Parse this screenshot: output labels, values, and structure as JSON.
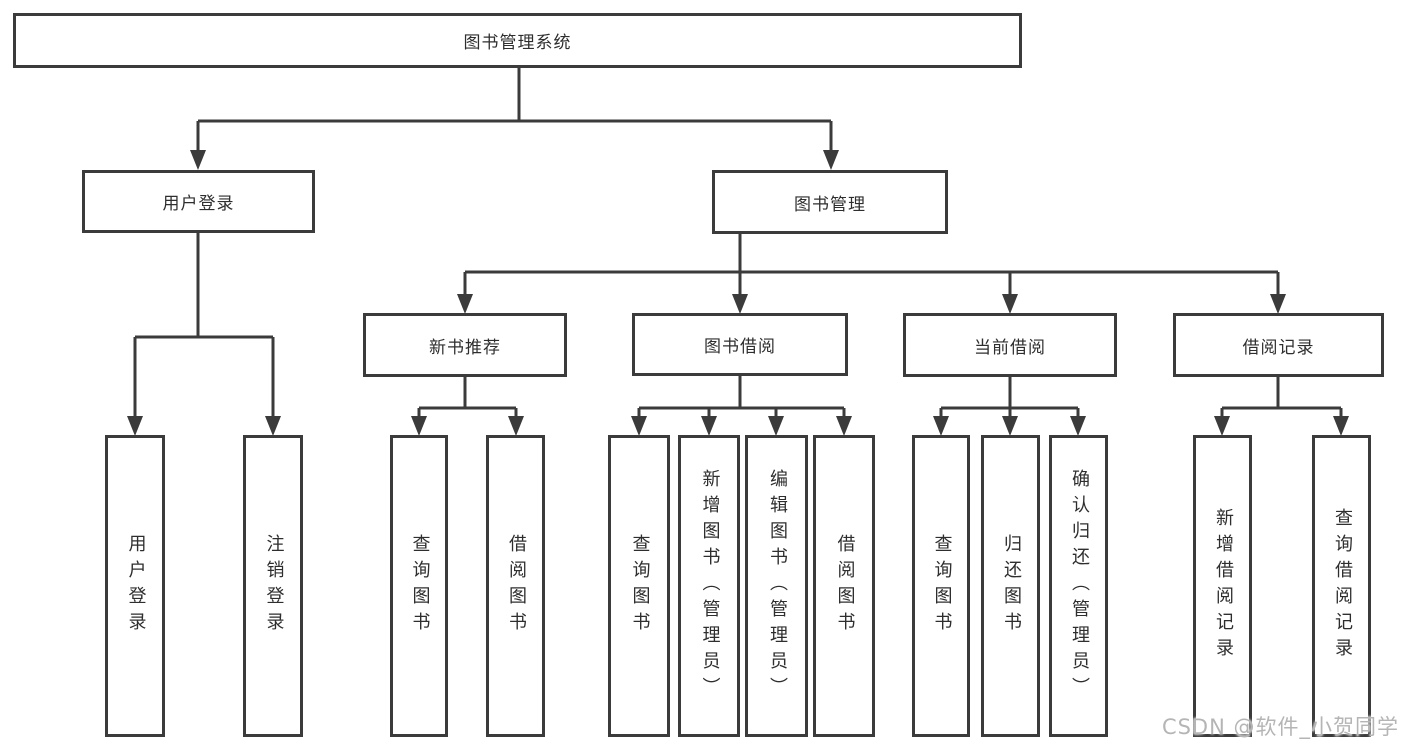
{
  "nodes": {
    "root": "图书管理系统",
    "user_login": "用户登录",
    "book_management": "图书管理",
    "new_book_recommend": "新书推荐",
    "book_borrowing": "图书借阅",
    "current_borrowing": "当前借阅",
    "borrowing_records": "借阅记录"
  },
  "leaves": {
    "user_login": "用户登录",
    "logout": "注销登录",
    "query_books_1": "查询图书",
    "borrow_books_1": "借阅图书",
    "query_books_2": "查询图书",
    "add_books_admin": "新增图书（管理员）",
    "edit_books_admin": "编辑图书（管理员）",
    "borrow_books_2": "借阅图书",
    "query_books_3": "查询图书",
    "return_books": "归还图书",
    "confirm_return_admin": "确认归还（管理员）",
    "add_borrow_record": "新增借阅记录",
    "query_borrow_record": "查询借阅记录"
  },
  "hierarchy": {
    "图书管理系统": {
      "用户登录": [
        "用户登录",
        "注销登录"
      ],
      "图书管理": {
        "新书推荐": [
          "查询图书",
          "借阅图书"
        ],
        "图书借阅": [
          "查询图书",
          "新增图书（管理员）",
          "编辑图书（管理员）",
          "借阅图书"
        ],
        "当前借阅": [
          "查询图书",
          "归还图书",
          "确认归还（管理员）"
        ],
        "借阅记录": [
          "新增借阅记录",
          "查询借阅记录"
        ]
      }
    }
  },
  "watermark": "CSDN @软件_小贺同学",
  "colors": {
    "line": "#3b3b3b",
    "box_border": "#3b3b3b",
    "text": "#2e2e2e",
    "watermark": "#b5b5b5",
    "background": "#ffffff"
  }
}
